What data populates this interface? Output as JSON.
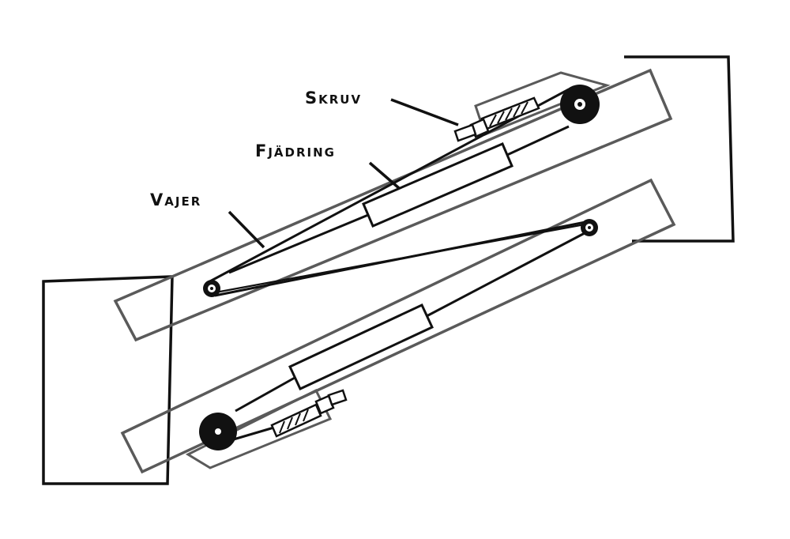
{
  "labels": {
    "screw": "Skruv",
    "spring": "Fjädring",
    "wire": "Vajer"
  },
  "colors": {
    "ink": "#111111",
    "outline_gray": "#5a5a5a",
    "background": "#ffffff"
  }
}
